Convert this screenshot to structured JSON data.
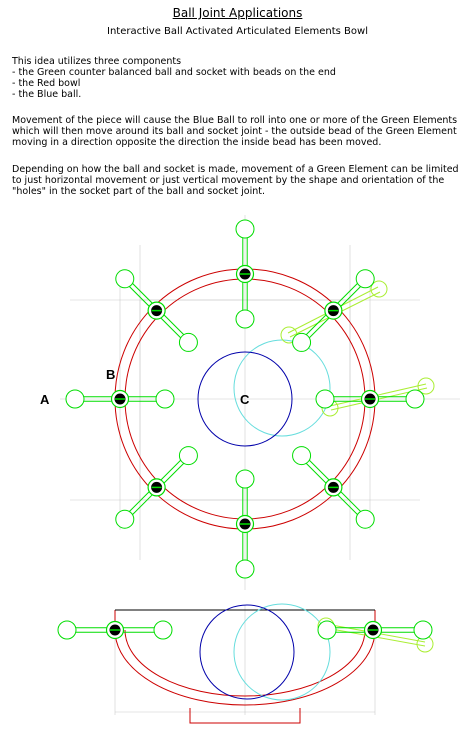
{
  "title": "Ball Joint Applications",
  "subtitle": "Interactive Ball Activated Articulated Elements Bowl",
  "intro": {
    "lead": "This idea utilizes three components",
    "items": [
      "- the Green counter balanced ball and socket with beads on the end",
      "- the Red bowl",
      "- the Blue ball."
    ]
  },
  "paragraphs": [
    "Movement of the piece will cause the Blue Ball to roll into one or more of the Green Elements which will then move around its ball and socket joint - the outside bead of the Green Element moving in a direction opposite the direction the inside bead has been moved.",
    "Depending on how the ball and socket is made, movement of a Green Element can be limited to just horizontal movement or just vertical movement by the shape and orientation of the \"holes\" in the socket part of the ball and socket joint."
  ],
  "labels": {
    "a": "A",
    "b": "B",
    "c": "C"
  },
  "colors": {
    "green": "#00dd00",
    "light_green": "#aaee33",
    "red": "#cc0000",
    "blue": "#0000aa",
    "cyan": "#66dddd",
    "grid": "#cccccc"
  }
}
